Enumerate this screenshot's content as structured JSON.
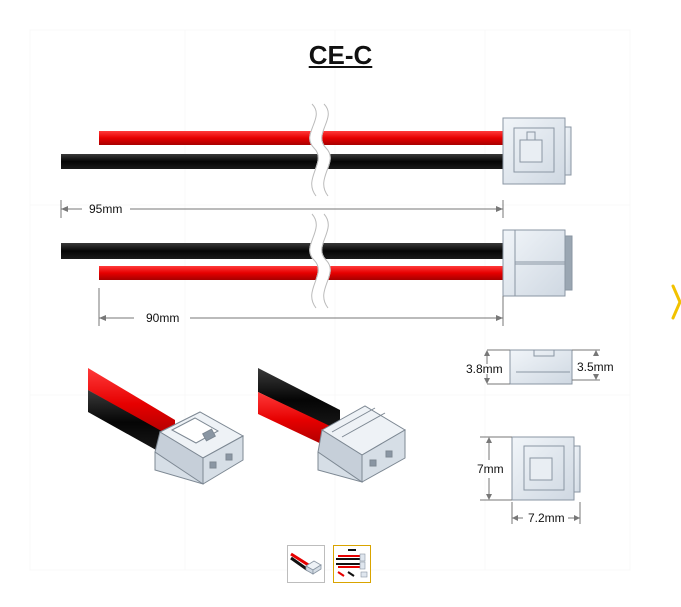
{
  "product": {
    "title": "CE-C"
  },
  "dimensions": {
    "top_cable_length": "95mm",
    "bottom_cable_length": "90mm",
    "side_height_left": "3.8mm",
    "side_height_right": "3.5mm",
    "front_height": "7mm",
    "front_width": "7.2mm"
  },
  "colors": {
    "wire_red": "#e8000d",
    "wire_black": "#0d0d0d",
    "connector_fill": "#dfe6ee",
    "connector_stroke": "#8a96a3",
    "thumbnail_active_border": "#d9a400"
  },
  "gallery": {
    "thumbnails": [
      {
        "icon": "connector-thumbnail-icon",
        "active": false
      },
      {
        "icon": "diagram-thumbnail-icon",
        "active": true
      }
    ],
    "next_arrow_icon": "chevron-right-icon"
  }
}
